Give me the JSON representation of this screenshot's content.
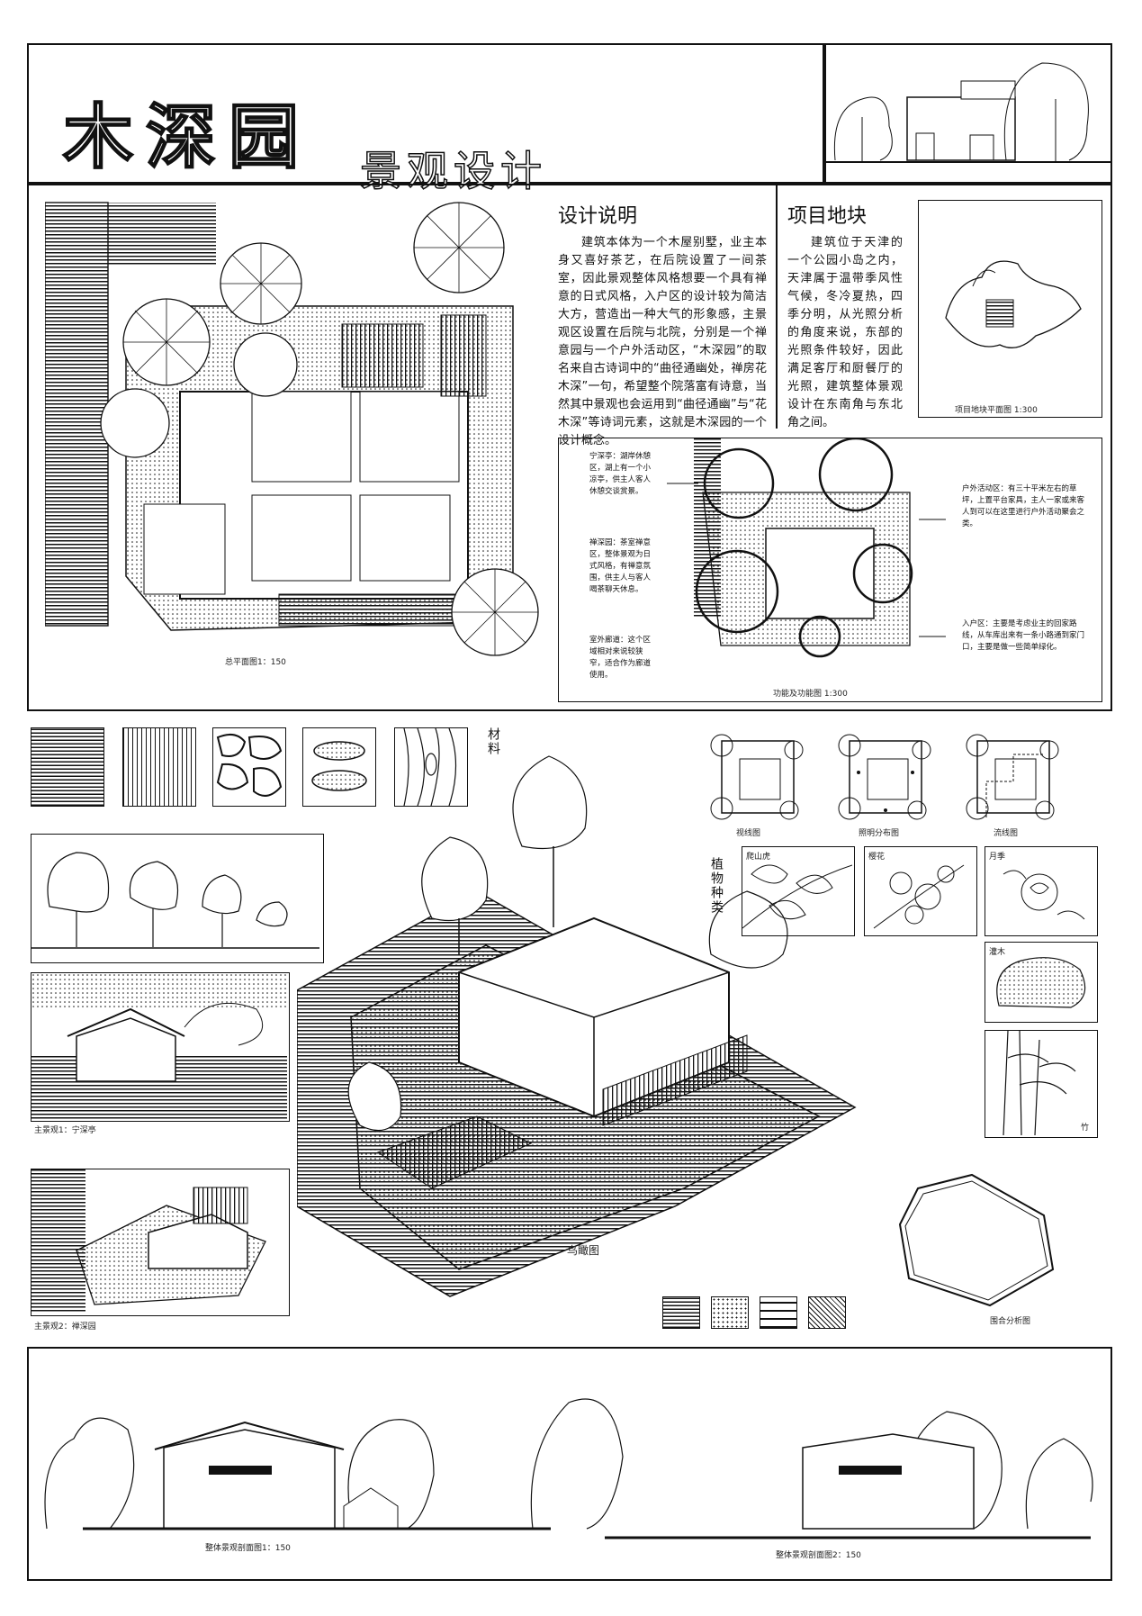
{
  "title": {
    "main": "木深园",
    "sub": "景观设计"
  },
  "design_notes": {
    "heading": "设计说明",
    "body": "建筑本体为一个木屋别墅，业主本身又喜好茶艺，在后院设置了一间茶室，因此景观整体风格想要一个具有禅意的日式风格，入户区的设计较为简洁大方，营造出一种大气的形象感，主景观区设置在后院与北院，分别是一个禅意园与一个户外活动区，“木深园”的取名来自古诗词中的“曲径通幽处，禅房花木深”一句，希望整个院落富有诗意，当然其中景观也会运用到“曲径通幽”与“花木深”等诗词元素，这就是木深园的一个设计概念。"
  },
  "site": {
    "heading": "项目地块",
    "body": "建筑位于天津的一个公园小岛之内，天津属于温带季风性气候，冬冷夏热，四季分明，从光照分析的角度来说，东部的光照条件较好，因此满足客厅和厨餐厅的光照，建筑整体景观设计在东南角与东北角之间。",
    "map_caption": "项目地块平面图 1:300"
  },
  "master_plan_caption": "总平面图1：150",
  "zoning": {
    "caption": "功能及功能图 1:300",
    "notes": [
      "宁深亭：湖岸休憩区，湖上有一个小凉亭，供主人客人休憩交谈赏景。",
      "禅深园：茶室禅意区，整体景观为日式风格，有禅意氛围，供主人与客人喝茶聊天休息。",
      "室外廊道：这个区域相对来说较狭窄，适合作为廊道使用。",
      "户外活动区：有三十平米左右的草坪，上置平台家具，主人一家或来客人到可以在这里进行户外活动聚会之类。",
      "入户区：主要是考虑业主的回家路线，从车库出来有一条小路通到家门口，主要是做一些简单绿化。"
    ]
  },
  "materials": {
    "label": "材料"
  },
  "analysis": {
    "captions": [
      "视线图",
      "照明分布图",
      "流线图"
    ]
  },
  "plants": {
    "label": "植物种类",
    "items": [
      "爬山虎",
      "樱花",
      "月季",
      "灌木",
      "竹"
    ]
  },
  "views": {
    "v1": "主景观1：宁深亭",
    "v2": "主景观2：禅深园"
  },
  "aerial_caption": "鸟瞰图",
  "enclosure_caption": "围合分析图",
  "sections": [
    "整体景观剖面图1：150",
    "整体景观剖面图2：150"
  ]
}
